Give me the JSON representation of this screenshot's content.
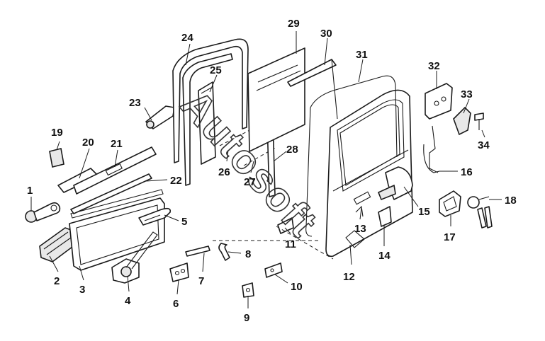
{
  "watermark": "Autosoft",
  "callouts": [
    "1",
    "2",
    "3",
    "4",
    "5",
    "6",
    "7",
    "8",
    "9",
    "10",
    "11",
    "12",
    "13",
    "14",
    "15",
    "16",
    "17",
    "18",
    "19",
    "20",
    "21",
    "22",
    "23",
    "24",
    "25",
    "26",
    "27",
    "28",
    "29",
    "30",
    "31",
    "32",
    "33",
    "34"
  ]
}
